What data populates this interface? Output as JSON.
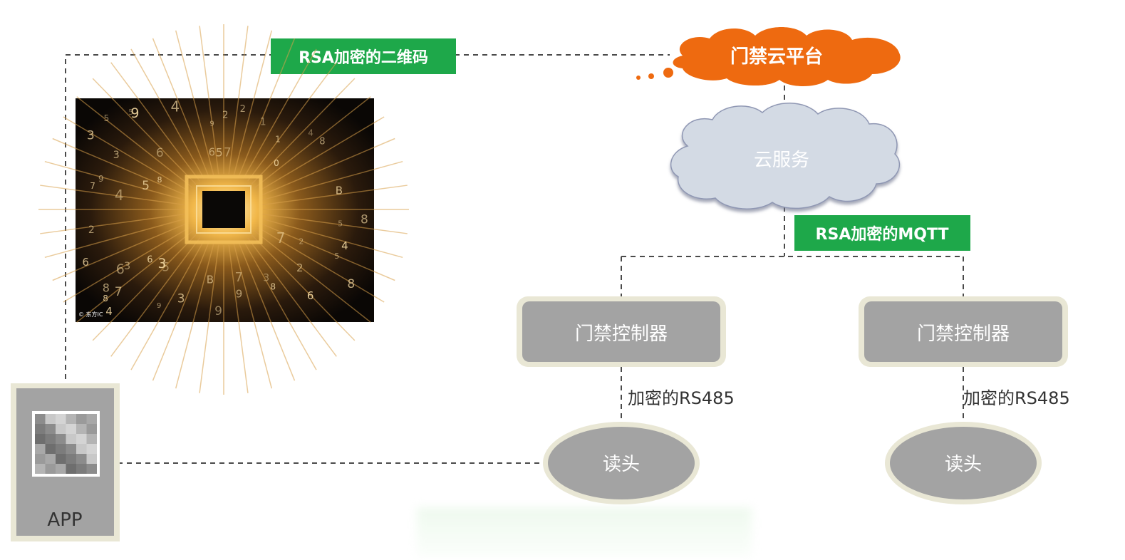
{
  "labels": {
    "qr_tag": "RSA加密的二维码",
    "mqtt_tag": "RSA加密的MQTT",
    "cloud_platform": "门禁云平台",
    "cloud_service": "云服务",
    "controller_left": "门禁控制器",
    "controller_right": "门禁控制器",
    "rs485_left": "加密的RS485",
    "rs485_right": "加密的RS485",
    "reader_left": "读头",
    "reader_right": "读头",
    "app": "APP",
    "photo_credit": "© 东方IC"
  },
  "photo_digits": [
    "6",
    "3",
    "8",
    "5",
    "7",
    "2",
    "9",
    "4",
    "1",
    "0",
    "6",
    "3",
    "8",
    "5",
    "2",
    "9",
    "7",
    "4",
    "B",
    "6",
    "3",
    "8",
    "2",
    "5",
    "9",
    "1",
    "4",
    "7"
  ],
  "colors": {
    "green_tag": "#1ea84a",
    "orange_cloud": "#ee6a10",
    "grey_cloud": "#d3dae4",
    "grey_box": "#a3a3a3",
    "box_border": "#e9e7d5",
    "dash": "#4a4a4a"
  },
  "icons": [
    "qr-code-icon"
  ]
}
